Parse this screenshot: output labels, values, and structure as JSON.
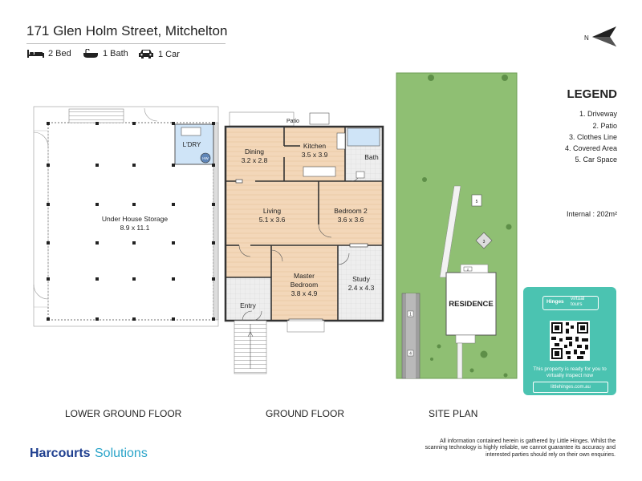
{
  "header": {
    "address": "171 Glen Holm Street, Mitchelton",
    "features": [
      {
        "icon": "bed-icon",
        "label": "2 Bed"
      },
      {
        "icon": "bath-icon",
        "label": "1 Bath"
      },
      {
        "icon": "car-icon",
        "label": "1 Car"
      }
    ],
    "compass_label": "N"
  },
  "legend": {
    "title": "LEGEND",
    "items": [
      "1. Driveway",
      "2. Patio",
      "3. Clothes Line",
      "4. Covered Area",
      "5. Car Space"
    ],
    "internal": "Internal  : 202m²"
  },
  "lower_ground": {
    "label": "LOWER GROUND FLOOR",
    "rooms": [
      {
        "name": "Under House Storage",
        "dims": "8.9 x 11.1"
      },
      {
        "name": "L'DRY",
        "dims": ""
      }
    ],
    "fixture": "HW"
  },
  "ground": {
    "label": "GROUND FLOOR",
    "rooms": [
      {
        "name": "Dining",
        "dims": "3.2 x 2.8"
      },
      {
        "name": "Kitchen",
        "dims": "3.5 x 3.9"
      },
      {
        "name": "Bath",
        "dims": ""
      },
      {
        "name": "Living",
        "dims": "5.1 x 3.6"
      },
      {
        "name": "Bedroom 2",
        "dims": "3.6 x 3.6"
      },
      {
        "name": "Master",
        "dims": "Bedroom"
      },
      {
        "name": "3.8 x 4.9",
        "dims": ""
      },
      {
        "name": "Study",
        "dims": "2.4 x 4.3"
      },
      {
        "name": "Entry",
        "dims": ""
      },
      {
        "name": "Patio",
        "dims": ""
      }
    ]
  },
  "site": {
    "label": "SITE PLAN",
    "residence": "RESIDENCE",
    "markers": [
      "1",
      "2",
      "3",
      "4",
      "5"
    ]
  },
  "virtual_tour": {
    "brand": "Hinges",
    "virtual": "virtual",
    "tours": "tours",
    "text": "This property is ready for you to virtually inspect now",
    "url": "littlehinges.com.au"
  },
  "footer": {
    "logo_a": "Harcourts",
    "logo_b": "Solutions",
    "disclaimer": "All information contained herein is gathered by Little Hinges. Whilst the scanning technology is highly reliable, we cannot guarantee its accuracy and interested parties should rely on their own enquiries."
  },
  "colors": {
    "wall": "#333333",
    "wood": "#f3d7b9",
    "wood_line": "#e6c39d",
    "laundry": "#cfe4f7",
    "tile": "#eeeeee",
    "grass": "#8fbf73",
    "accent": "#4bc3b1",
    "brand": "#1f3f8f"
  }
}
